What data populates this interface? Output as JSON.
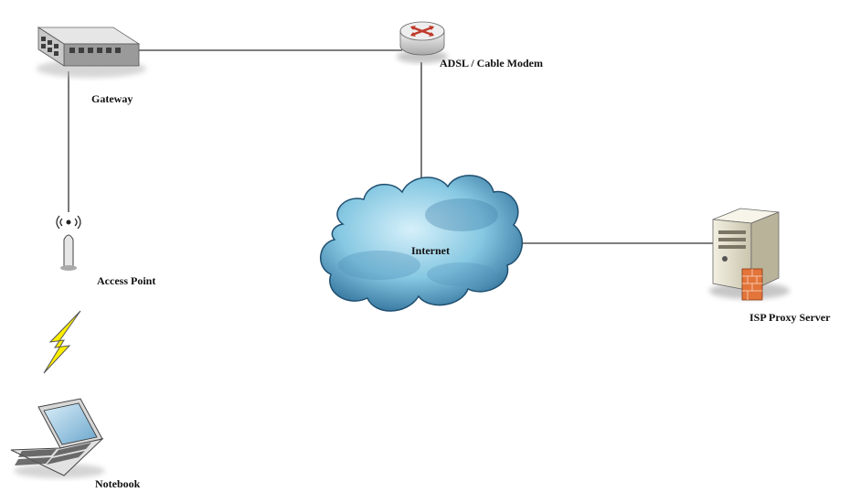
{
  "diagram": {
    "nodes": {
      "gateway": {
        "label": "Gateway",
        "icon": "switch-icon"
      },
      "modem": {
        "label": "ADSL / Cable Modem",
        "icon": "router-icon"
      },
      "access_point": {
        "label": "Access Point",
        "icon": "wireless-antenna-icon"
      },
      "internet": {
        "label": "Internet",
        "icon": "cloud-icon"
      },
      "proxy": {
        "label": "ISP Proxy Server",
        "icon": "server-icon"
      },
      "notebook": {
        "label": "Notebook",
        "icon": "laptop-icon"
      }
    },
    "links": [
      {
        "from": "gateway",
        "to": "modem",
        "type": "wired"
      },
      {
        "from": "gateway",
        "to": "access_point",
        "type": "wired"
      },
      {
        "from": "modem",
        "to": "internet",
        "type": "wired"
      },
      {
        "from": "internet",
        "to": "proxy",
        "type": "wired"
      },
      {
        "from": "access_point",
        "to": "notebook",
        "type": "wireless"
      }
    ],
    "colors": {
      "line": "#333333",
      "cloud": "#7fc3de",
      "bolt": "#ffee00"
    }
  }
}
